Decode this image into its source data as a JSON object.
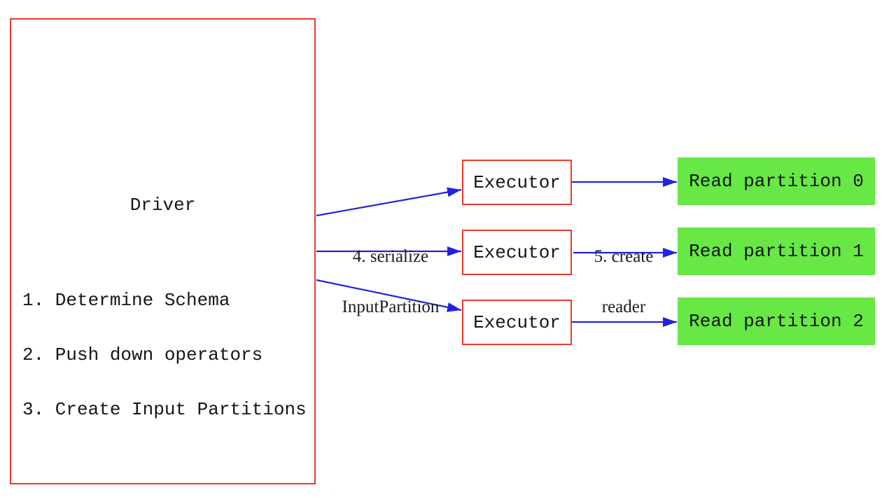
{
  "diagram": {
    "driver": {
      "title": "Driver",
      "steps": [
        "1. Determine Schema",
        "2. Push down operators",
        "3. Create Input Partitions"
      ]
    },
    "executors": [
      {
        "label": "Executor"
      },
      {
        "label": "Executor"
      },
      {
        "label": "Executor"
      }
    ],
    "partitions": [
      {
        "label": "Read partition 0"
      },
      {
        "label": "Read partition 1"
      },
      {
        "label": "Read partition 2"
      }
    ],
    "edge_labels": {
      "serialize": [
        "4. serialize",
        "InputPartition"
      ],
      "create_reader": [
        "5. create",
        "reader"
      ]
    },
    "colors": {
      "box_border_red": "#e8392b",
      "partition_green": "#67e845",
      "arrow_blue": "#2222dd",
      "text_black": "#161616"
    }
  }
}
